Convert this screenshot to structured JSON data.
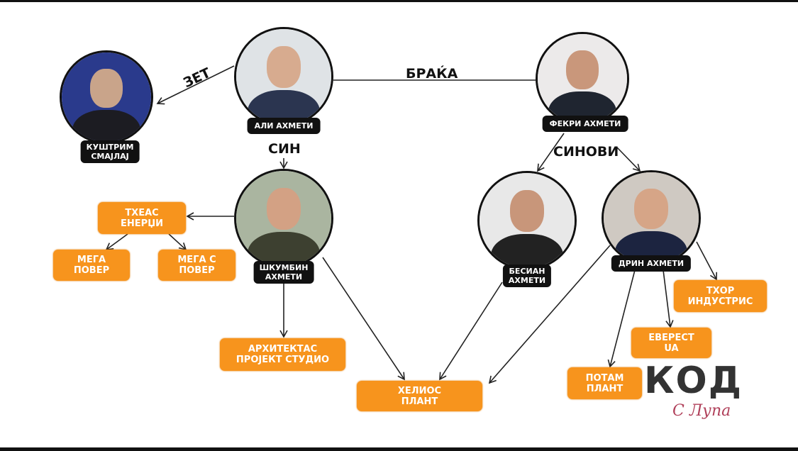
{
  "relations": {
    "zet": "ЗЕТ",
    "braka": "БРАЌА",
    "sin": "СИН",
    "sinovi": "СИНОВИ"
  },
  "people": {
    "kushtrim": [
      "КУШТРИМ",
      "СМАЈЛАЈ"
    ],
    "ali": [
      "АЛИ АХМЕТИ"
    ],
    "fekri": [
      "ФЕКРИ АХМЕТИ"
    ],
    "shkumbin": [
      "ШКУМБИН",
      "АХМЕТИ"
    ],
    "besian": [
      "БЕСИАН",
      "АХМЕТИ"
    ],
    "drin": [
      "ДРИН АХМЕТИ"
    ]
  },
  "companies": {
    "theas": [
      "ТХЕАС",
      "ЕНЕРЏИ"
    ],
    "mega": [
      "МЕГА",
      "ПОВЕР"
    ],
    "megas": [
      "МЕГА С",
      "ПОВЕР"
    ],
    "arhitektas": [
      "АРХИТЕКТАС",
      "ПРОЈЕКТ СТУДИО"
    ],
    "helios": [
      "ХЕЛИОС",
      "ПЛАНТ"
    ],
    "thor": [
      "ТХОР",
      "ИНДУСТРИС"
    ],
    "everest": [
      "ЕВЕРЕСТ",
      "UA"
    ],
    "potam": [
      "ПОТАМ",
      "ПЛАНТ"
    ]
  },
  "logo": {
    "main": "КОД",
    "sub": "С Лупа"
  },
  "colors": {
    "box": "#f7941d",
    "tag": "#111111"
  }
}
